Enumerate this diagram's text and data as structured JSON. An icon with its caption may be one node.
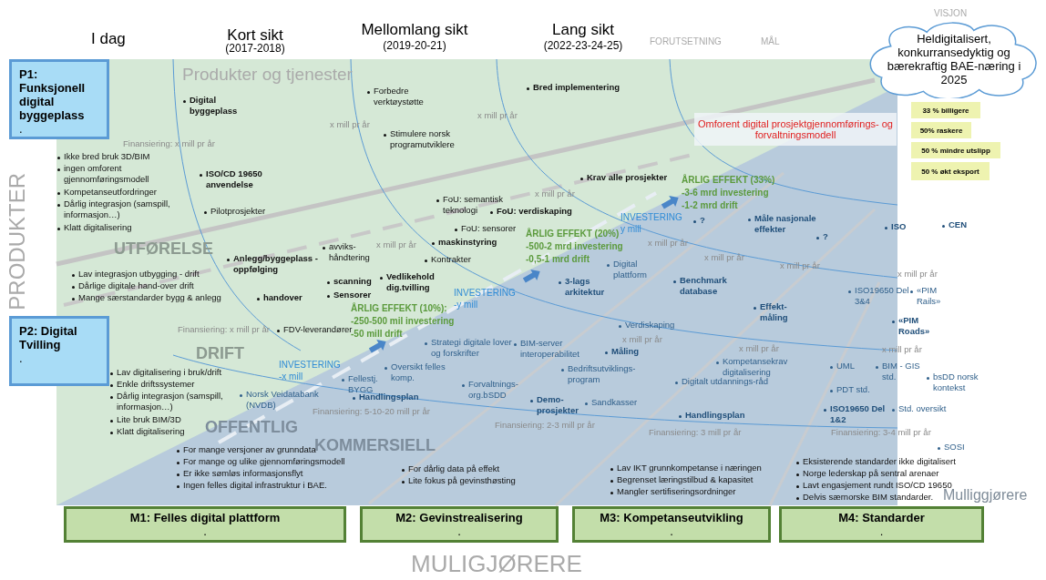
{
  "diagram": {
    "nodes": [
      {
        "text": [
          "P1: Funksjonell digital byggeplass",
          "."
        ]
      },
      {
        "text": [
          "P2: Digital Tvilling",
          "."
        ]
      },
      {
        "text": [
          "M1: Felles digital plattform",
          "."
        ]
      },
      {
        "text": [
          "M2: Gevinstrealisering",
          "."
        ]
      },
      {
        "text": [
          "M3: Kompetanseutvikling",
          "."
        ]
      },
      {
        "text": [
          "M4: Standarder",
          "."
        ]
      },
      {
        "text": [
          "Heldigitalisert, konkurransedyktig og bærekraftig BAE-næring i 2025"
        ]
      },
      {
        "text": [
          "33 % billigere"
        ]
      },
      {
        "text": [
          "50% raskere"
        ]
      },
      {
        "text": [
          "50 % mindre utslipp"
        ]
      },
      {
        "text": [
          "50 % økt eksport"
        ]
      },
      {
        "text": [
          "Omforent digital prosjektgjennomførings- og forvaltningsmodell"
        ]
      }
    ],
    "labels": [
      "I dag",
      "Kort sikt",
      "(2017-2018)",
      "Mellomlang sikt",
      "(2019-20-21)",
      "Lang sikt",
      "(2022-23-24-25)",
      "FORUTSETNING",
      "MÅL",
      "VISJON",
      "Produkter og tjenester",
      "PRODUKTER",
      "Digital byggeplass",
      "Forbedre verktøystøtte",
      "Bred implementering",
      "x mill pr år",
      "Stimulere norsk programutviklere",
      "x mill pr år",
      "Finansiering: x mill pr år",
      "Ikke bred bruk 3D/BIM",
      "ingen omforent gjennomføringsmodell",
      "Kompetanseutfordringer",
      "Dårlig integrasjon (samspill, informasjon…)",
      "Klatt digitalisering",
      "ISO/CD 19650 anvendelse",
      "Krav alle prosjekter",
      "ÅRLIG EFFEKT (33%)",
      "-3-6 mrd investering",
      "-1-2 mrd drift",
      "x mill pr år",
      "FoU: semantisk teknologi",
      "FoU: verdiskaping",
      "Pilotprosjekter",
      "INVESTERING y mill",
      "?",
      "Måle nasjonale effekter",
      "ISO",
      "CEN",
      "FoU: sensorer",
      "ÅRLIG EFFEKT (20%)",
      "-500-2 mrd investering",
      "-0,5-1 mrd drift",
      "?",
      "maskinstyring",
      "avviks-håndtering",
      "x mill pr år",
      "x mill pr år",
      "x mill pr år",
      "Anlegg/byggeplass -oppfølging",
      "Kontrakter",
      "x mill pr år",
      "Digital plattform",
      "Lav integrasjon utbygging - drift",
      "x mill pr år",
      "Vedlikehold dig.tvilling",
      "scanning",
      "3-lags arkitektur",
      "Benchmark database",
      "Dårlige digitale hand-over drift",
      "ISO19650 Del 3&4",
      "«PIM Rails»",
      "INVESTERING -y mill",
      "Sensorer",
      "Mange særstandarder bygg & anlegg",
      "handover",
      "Effekt-måling",
      "ÅRLIG EFFEKT (10%):",
      "-250-500 mil investering",
      "-50 mill drift",
      "«PIM Roads»",
      "Verdiskaping",
      "Finansiering: x mill pr år",
      "FDV-leverandører",
      "x mill pr år",
      "Strategi digitale lover og forskrifter",
      "BIM-server interoperabilitet",
      "Måling",
      "x mill pr år",
      "x mill pr år",
      "INVESTERING -x mill",
      "Oversikt felles komp.",
      "Bedriftsutviklings-program",
      "Kompetansekrav digitalisering",
      "UML",
      "BIM - GIS std.",
      "bsDD norsk kontekst",
      "Lav digitalisering i bruk/drift",
      "Fellestj. BYGG",
      "Digitalt utdannings-råd",
      "Enkle driftssystemer",
      "Forvaltnings-org.bSDD",
      "PDT std.",
      "Norsk Veidatabank (NVDB)",
      "Dårlig integrasjon (samspill, informasjon…)",
      "Handlingsplan",
      "Demo-prosjekter",
      "Sandkasser",
      "ISO19650 Del 1&2",
      "Std. oversikt",
      "Finansiering: 5-10-20 mill pr år",
      "Handlingsplan",
      "Lite bruk BIM/3D",
      "Finansiering: 2-3 mill pr år",
      "Finansiering: 3 mill pr år",
      "Finansiering: 3-4 mill pr år",
      "Klatt digitalisering",
      "SOSI",
      "For mange versjoner av grunndata",
      "For mange og ulike gjennomføringsmodell",
      "Eksisterende standarder ikke digitalisert",
      "Lav IKT grunnkompetanse i næringen",
      "For dårlig data på effekt",
      "Er ikke sømløs informasjonsflyt",
      "Norge lederskap på sentral arenaer",
      "Begrenset læringstilbud & kapasitet",
      "Lite fokus på gevinsthøsting",
      "Ingen felles digital infrastruktur i BAE.",
      "Lavt engasjement rundt ISO/CD 19650",
      "Mangler sertifiseringsordninger",
      "Delvis særnorske BIM standarder.",
      "Mulliggjørere",
      "UTFØRELSE",
      "DRIFT",
      "OFFENTLIG",
      "KOMMERSIELL",
      "MULIGJØRERE"
    ]
  }
}
